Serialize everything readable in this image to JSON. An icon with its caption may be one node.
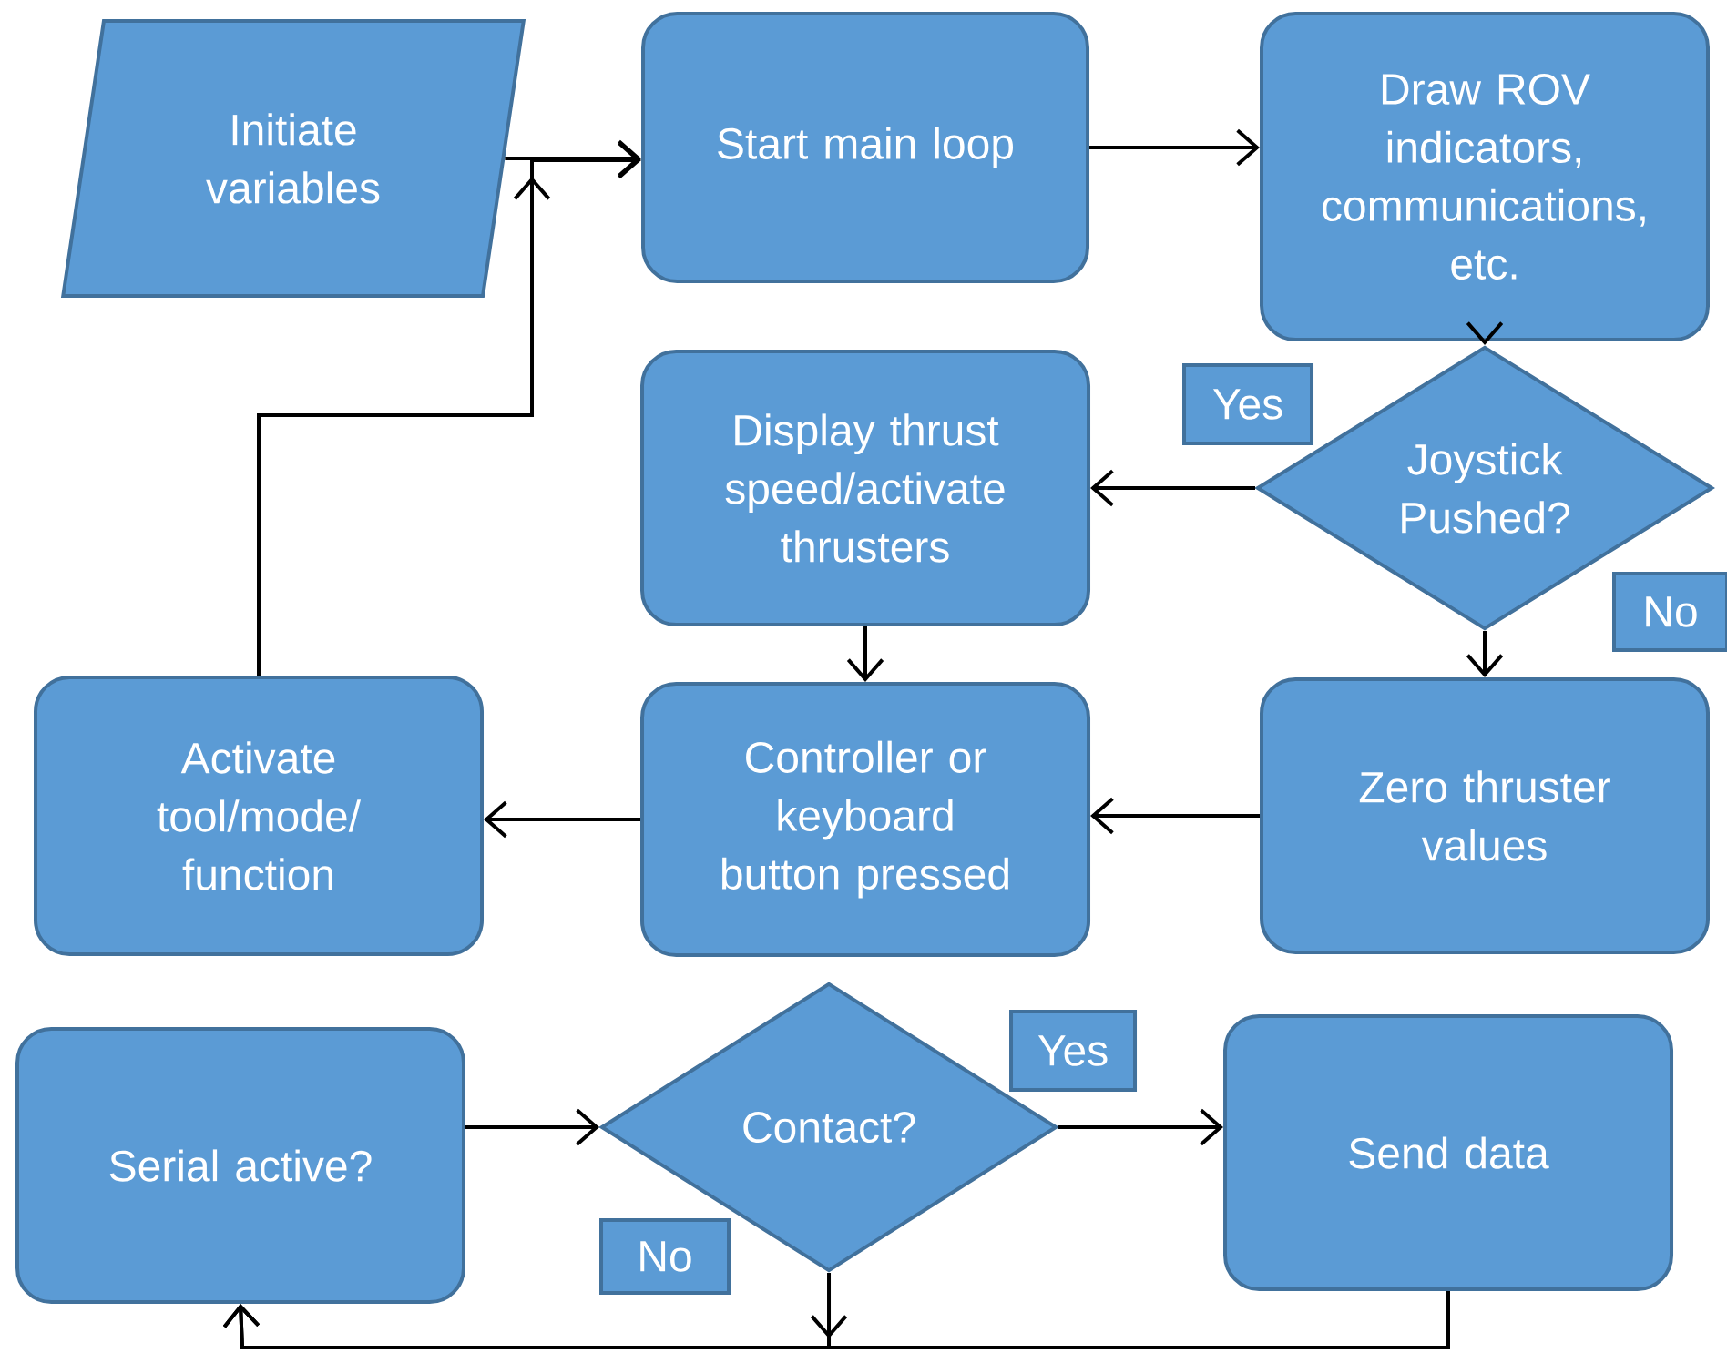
{
  "diagram": {
    "nodes": [
      {
        "text": [
          "Initiate variables"
        ]
      },
      {
        "text": [
          "Start main loop"
        ]
      },
      {
        "text": [
          "Draw ROV indicators, communications, etc."
        ]
      },
      {
        "text": [
          "Joystick Pushed?"
        ]
      },
      {
        "text": [
          "Yes"
        ]
      },
      {
        "text": [
          "Display thrust speed/activate thrusters"
        ]
      },
      {
        "text": [
          "No"
        ]
      },
      {
        "text": [
          "Zero thruster values"
        ]
      },
      {
        "text": [
          "Controller or keyboard button pressed"
        ]
      },
      {
        "text": [
          "Activate tool/mode/ function"
        ]
      },
      {
        "text": [
          "Serial active?"
        ]
      },
      {
        "text": [
          "Contact?"
        ]
      },
      {
        "text": [
          "Yes"
        ]
      },
      {
        "text": [
          "No"
        ]
      },
      {
        "text": [
          "Send data"
        ]
      }
    ],
    "edges": [
      {
        "from": 0,
        "to": 1,
        "arrow": "to"
      },
      {
        "from": 1,
        "to": 2,
        "arrow": "to"
      },
      {
        "from": 2,
        "to": 3,
        "arrow": "to"
      },
      {
        "from": 3,
        "to": 5,
        "arrow": "to"
      },
      {
        "from": 3,
        "to": 7,
        "arrow": "to"
      },
      {
        "from": 5,
        "to": 8,
        "arrow": "to"
      },
      {
        "from": 7,
        "to": 8,
        "arrow": "to"
      },
      {
        "from": 8,
        "to": 9,
        "arrow": "to"
      },
      {
        "from": 9,
        "to": 1,
        "arrow": "to"
      },
      {
        "from": 10,
        "to": 11,
        "arrow": "to"
      },
      {
        "from": 11,
        "to": 14,
        "arrow": "to"
      },
      {
        "from": 11,
        "to": 10,
        "arrow": "to"
      },
      {
        "from": 14,
        "to": 10,
        "arrow": "to"
      }
    ]
  }
}
